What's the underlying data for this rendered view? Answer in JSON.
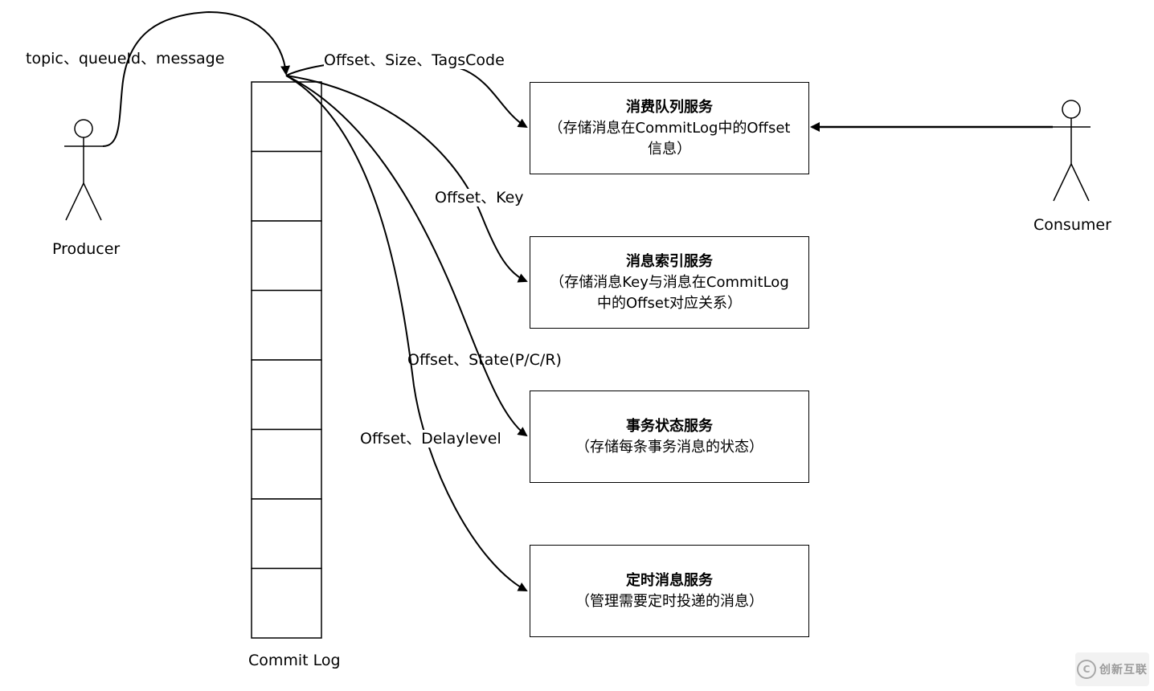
{
  "actors": {
    "producer": "Producer",
    "consumer": "Consumer"
  },
  "commit_log": {
    "label": "Commit Log",
    "cell_count": 8
  },
  "edge_labels": {
    "producer_to_log": "topic、queueId、message",
    "to_consume_queue": "Offset、Size、TagsCode",
    "to_index": "Offset、Key",
    "to_transaction": "Offset、State(P/C/R)",
    "to_schedule": "Offset、Delaylevel"
  },
  "services": [
    {
      "title": "消费队列服务",
      "line1": "（存储消息在CommitLog中的Offset",
      "line2": "信息）"
    },
    {
      "title": "消息索引服务",
      "line1": "（存储消息Key与消息在CommitLog",
      "line2": "中的Offset对应关系）"
    },
    {
      "title": "事务状态服务",
      "line1": "（存储每条事务消息的状态）",
      "line2": ""
    },
    {
      "title": "定时消息服务",
      "line1": "（管理需要定时投递的消息）",
      "line2": ""
    }
  ],
  "watermark": {
    "logo_glyph": "C",
    "text": "创新互联"
  }
}
